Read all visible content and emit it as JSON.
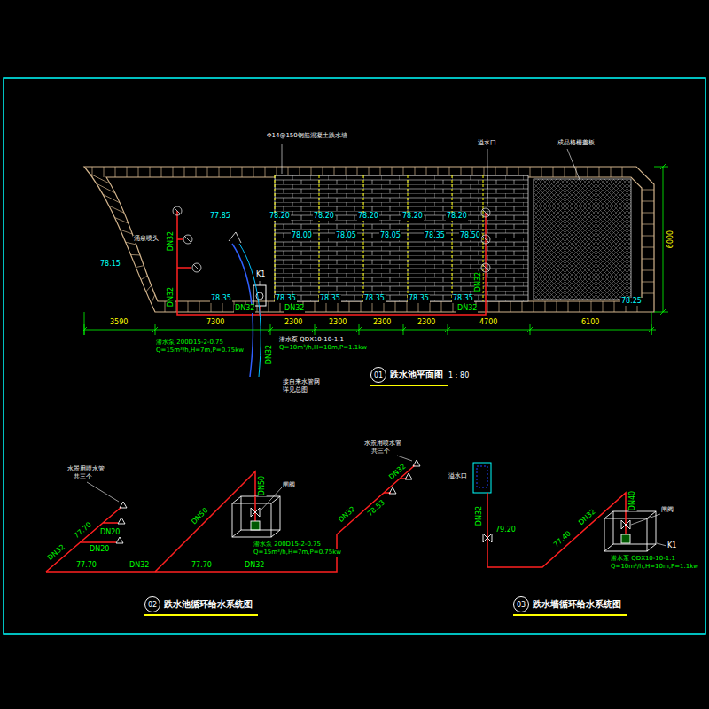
{
  "diagram": {
    "nodes": [
      {
        "text": [
          "01",
          "跌水池平面图"
        ]
      },
      {
        "text": [
          "02",
          "跌水池循环给水系统图"
        ]
      },
      {
        "text": [
          "03",
          "跌水墙循环给水系统图"
        ]
      }
    ],
    "labels": [
      "Φ14@150钢筋混凝土跌水墙",
      "溢水口",
      "成品格栅盖板",
      "77.85",
      "78.15",
      "DN32",
      "DN32",
      "涌泉喷头",
      "78.20",
      "78.20",
      "78.20",
      "78.20",
      "78.20",
      "78.00",
      "78.05",
      "78.05",
      "78.35",
      "78.50",
      "78.35",
      "78.35",
      "78.35",
      "78.35",
      "78.35",
      "78.35",
      "78.25",
      "DN32",
      "DN32",
      "DN32",
      "DN32",
      "DN32",
      "K1",
      "3590",
      "7300",
      "2300",
      "2300",
      "2300",
      "2300",
      "4700",
      "6100",
      "6000",
      "潜水泵 200D15-2-0.75",
      "Q=15m³/h,H=7m,P=0.75kw",
      "潜水泵 QDX10-10-1.1",
      "Q=10m³/h,H=10m,P=1.1kw",
      "接自来水管网",
      "详见总图",
      "1：80",
      "水景用喷水管",
      "共三个",
      "DN32",
      "77.70",
      "DN20",
      "DN20",
      "77.70",
      "DN32",
      "77.70",
      "DN32",
      "DN50",
      "DN50",
      "闸阀",
      "潜水泵 200D15-2-0.75",
      "Q=15m³/h,H=7m,P=0.75kw",
      "水景用喷水管",
      "共三个",
      "DN32",
      "78.53",
      "DN32",
      "溢水口",
      "DN32",
      "79.20",
      "77.40",
      "DN32",
      "DN40",
      "闸阀",
      "K1",
      "潜水泵 QDX10-10-1.1",
      "Q=10m³/h,H=10m,P=1.1kw"
    ]
  }
}
